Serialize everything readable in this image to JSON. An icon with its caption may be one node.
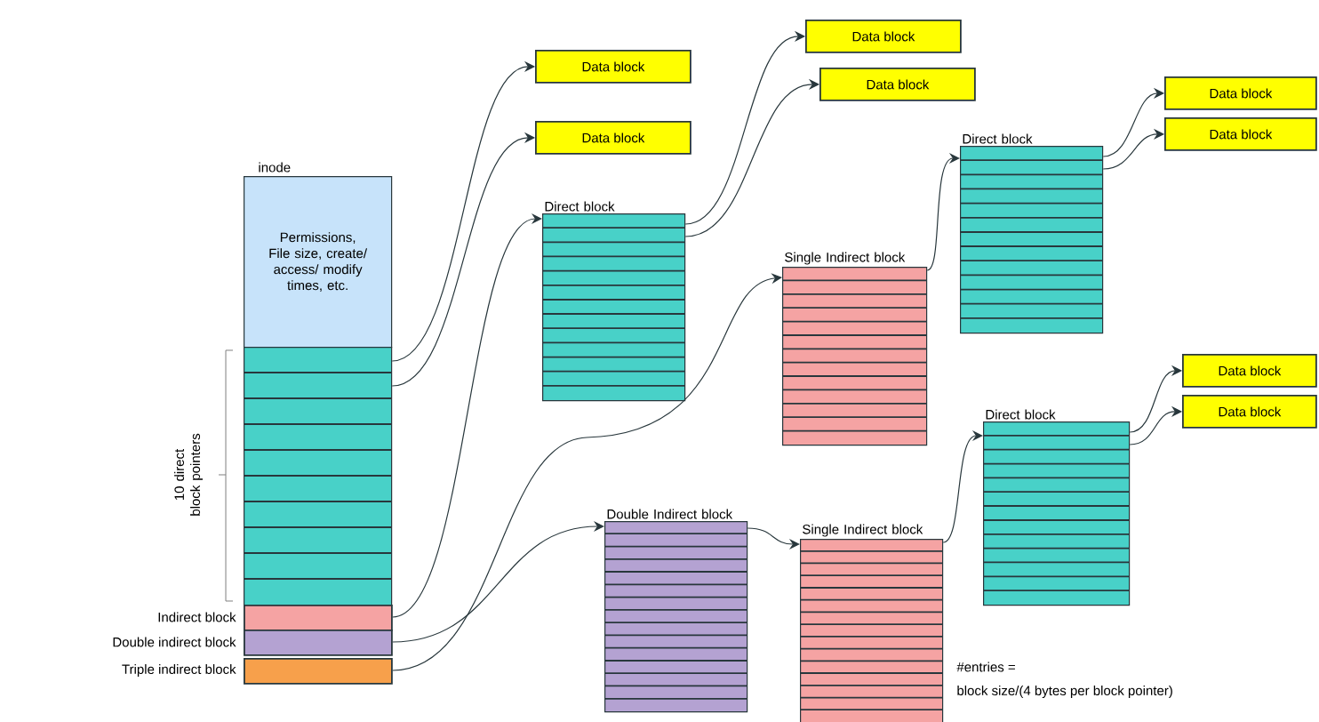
{
  "diagram": {
    "nodes": [
      {
        "text": [
          "inode",
          "Permissions, File size, create/ access/ modify times, etc."
        ]
      },
      {
        "text": [],
        "shape": "box",
        "beside": [
          "10 direct block pointers"
        ]
      },
      {
        "text": [],
        "shape": "bar",
        "beside": [
          "Indirect block"
        ]
      },
      {
        "text": [],
        "shape": "bar",
        "beside": [
          "Double indirect block"
        ]
      },
      {
        "text": [],
        "shape": "bar",
        "beside": [
          "Triple indirect block"
        ]
      },
      {
        "text": [
          "Data block"
        ]
      },
      {
        "text": [
          "Data block"
        ]
      },
      {
        "text": [
          "Data block"
        ]
      },
      {
        "text": [
          "Data block"
        ]
      },
      {
        "text": [
          "Direct block"
        ]
      },
      {
        "text": [
          "Single Indirect block"
        ]
      },
      {
        "text": [
          "Direct block"
        ]
      },
      {
        "text": [
          "Data block"
        ]
      },
      {
        "text": [
          "Data block"
        ]
      },
      {
        "text": [
          "Double Indirect block"
        ]
      },
      {
        "text": [
          "Single Indirect block"
        ]
      },
      {
        "text": [
          "Direct block"
        ]
      },
      {
        "text": [
          "Data block"
        ]
      },
      {
        "text": [
          "Data block"
        ]
      }
    ],
    "edges": [
      {
        "from": 1,
        "to": 5,
        "arrow": "to"
      },
      {
        "from": 1,
        "to": 6,
        "arrow": "to"
      },
      {
        "from": 2,
        "to": 9,
        "arrow": "to"
      },
      {
        "from": 3,
        "to": 14,
        "arrow": "to"
      },
      {
        "from": 4,
        "to": 10,
        "arrow": "to"
      },
      {
        "from": 9,
        "to": 7,
        "arrow": "to"
      },
      {
        "from": 9,
        "to": 8,
        "arrow": "to"
      },
      {
        "from": 10,
        "to": 11,
        "arrow": "to"
      },
      {
        "from": 11,
        "to": 12,
        "arrow": "to"
      },
      {
        "from": 11,
        "to": 13,
        "arrow": "to"
      },
      {
        "from": 14,
        "to": 15,
        "arrow": "to"
      },
      {
        "from": 15,
        "to": 16,
        "arrow": "to"
      },
      {
        "from": 16,
        "to": 17,
        "arrow": "to"
      },
      {
        "from": 16,
        "to": 18,
        "arrow": "to"
      }
    ],
    "labels": [
      "#entries =",
      "block size/(4 bytes per block pointer)"
    ]
  }
}
